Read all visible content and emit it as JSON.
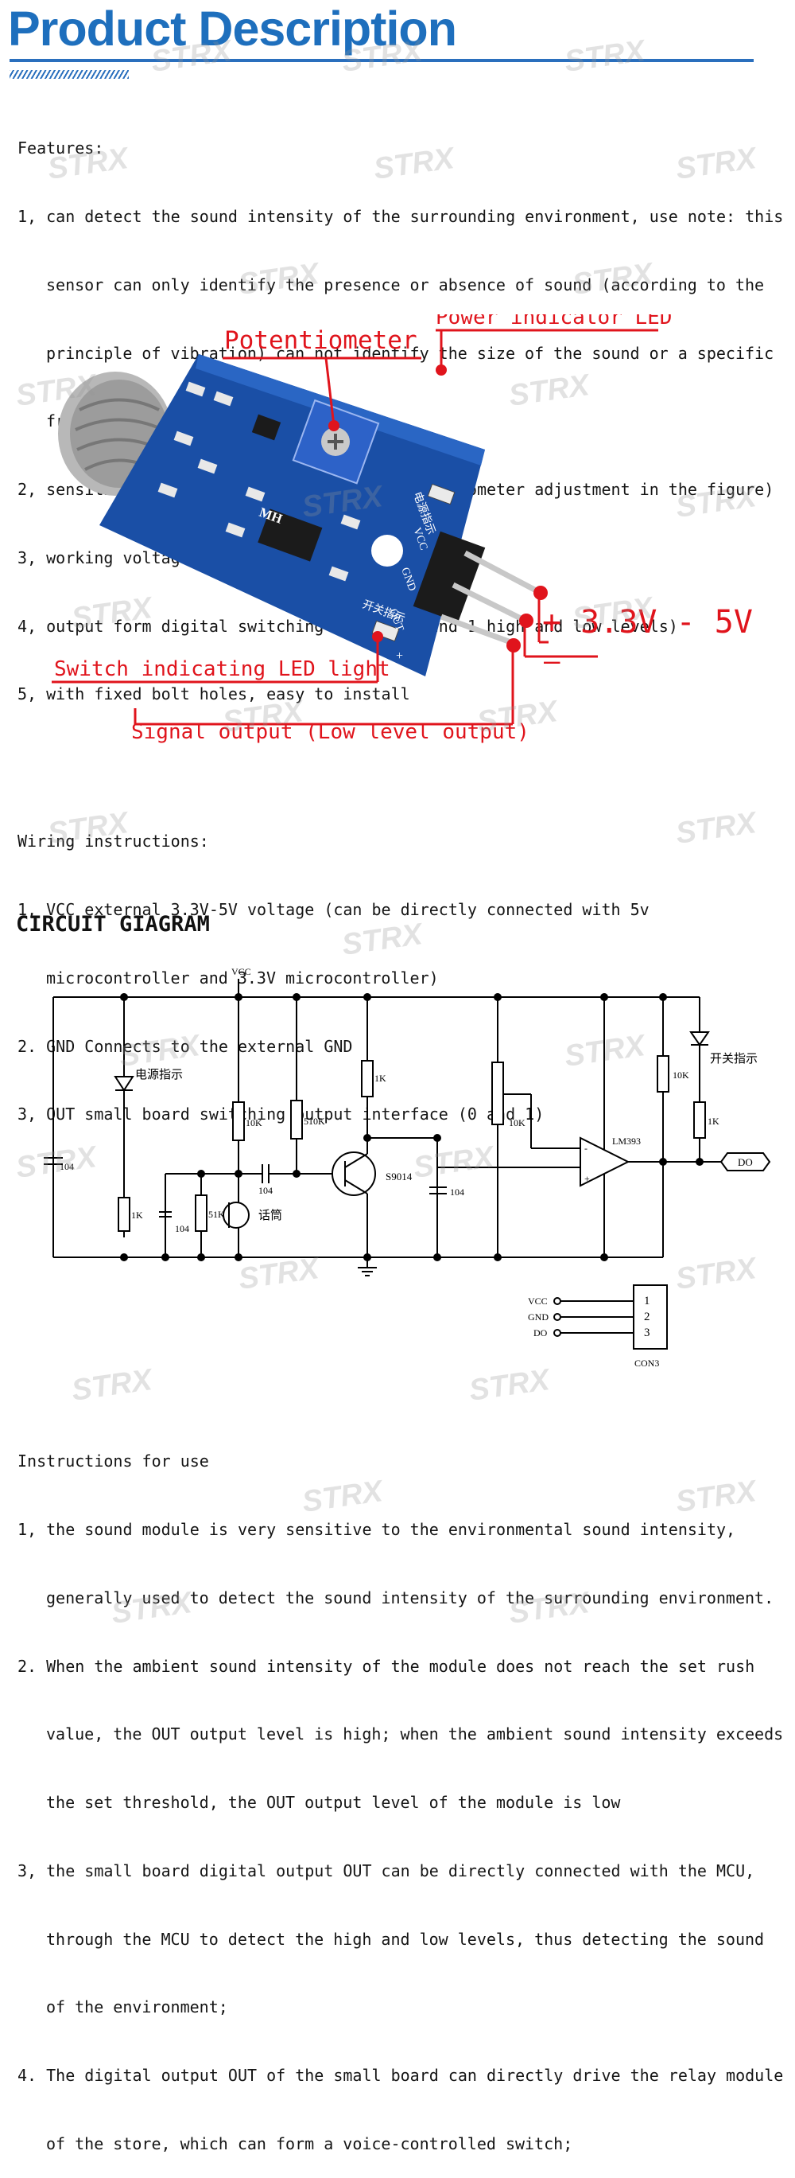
{
  "header": {
    "title": "Product Description"
  },
  "features": {
    "heading": "Features:",
    "items": [
      {
        "line1": "1, can detect the sound intensity of the surrounding environment, use note: this",
        "cont": [
          "sensor can only identify the presence or absence of sound (according to the",
          "principle of vibration) can not identify the size of the sound or a specific",
          "frequency of sound"
        ]
      },
      {
        "line1": "2, sensitivity adjustable (blue digital potentiometer adjustment in the figure)",
        "cont": []
      },
      {
        "line1": "3, working voltage 3.3V-5V",
        "cont": []
      },
      {
        "line1": "4, output form digital switching output (0 and 1 high and low levels)",
        "cont": []
      },
      {
        "line1": "5, with fixed bolt holes, easy to install",
        "cont": []
      }
    ]
  },
  "board": {
    "callouts": {
      "potentiometer": "Potentiometer",
      "power_led": "Power indicator LED",
      "voltage": "+ 3.3V - 5V",
      "minus": "—",
      "switch_led": "Switch indicating LED light",
      "signal": "Signal output (Low level output)"
    },
    "silkscreen": {
      "mh": "MH",
      "vcc": "VCC",
      "gnd": "GND",
      "out": "OUT",
      "power_cn": "电源指示",
      "switch_cn": "开关指示",
      "plus": "+"
    }
  },
  "wiring": {
    "heading": "Wiring instructions:",
    "items": [
      {
        "line1": "1, VCC external 3.3V-5V voltage (can be directly connected with 5v",
        "cont": [
          "microcontroller and 3.3V microcontroller)"
        ]
      },
      {
        "line1": "2. GND Connects to the external GND",
        "cont": []
      },
      {
        "line1": "3, OUT small board switching output interface (0 and 1)",
        "cont": []
      }
    ]
  },
  "circuit": {
    "title": "CIRCUIT GIAGRAM",
    "labels": {
      "vcc": "VCC",
      "power_ind": "电源指示",
      "switch_ind": "开关指示",
      "mic": "话筒",
      "c1": "104",
      "r_1k": "1K",
      "c_104b": "104",
      "r_51k": "51K",
      "r_10k": "10K",
      "r_510k": "510K",
      "c_104c": "104",
      "r_1k_c": "1K",
      "transistor": "S9014",
      "c_104d": "104",
      "pot_10k": "10K",
      "comparator": "LM393",
      "r_10k_b": "10K",
      "r_1k_b": "1K",
      "do": "DO",
      "con_vcc": "VCC",
      "con_gnd": "GND",
      "con_do": "DO",
      "pin1": "1",
      "pin2": "2",
      "pin3": "3",
      "con_name": "CON3",
      "minus": "-",
      "plus": "+"
    }
  },
  "instructions": {
    "heading": "Instructions for use",
    "items": [
      {
        "line1": "1, the sound module is very sensitive to the environmental sound intensity,",
        "cont": [
          "generally used to detect the sound intensity of the surrounding environment."
        ]
      },
      {
        "line1": "2. When the ambient sound intensity of the module does not reach the set rush",
        "cont": [
          "value, the OUT output level is high; when the ambient sound intensity exceeds",
          "the set threshold, the OUT output level of the module is low"
        ]
      },
      {
        "line1": "3, the small board digital output OUT can be directly connected with the MCU,",
        "cont": [
          "through the MCU to detect the high and low levels, thus detecting the sound",
          "of the environment;"
        ]
      },
      {
        "line1": "4. The digital output OUT of the small board can directly drive the relay module",
        "cont": [
          "of the store, which can form a voice-controlled switch;"
        ]
      }
    ]
  },
  "watermark": {
    "text": "STRX"
  },
  "colors": {
    "title_blue": "#1e6fbd",
    "callout_red": "#e0141c",
    "pcb_blue": "#1a4fa6"
  }
}
